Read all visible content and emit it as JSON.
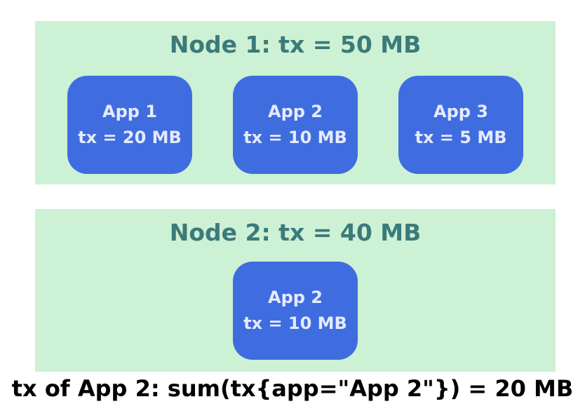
{
  "nodes": [
    {
      "title": "Node 1: tx = 50 MB",
      "apps": [
        {
          "name": "App 1",
          "tx": "tx = 20 MB"
        },
        {
          "name": "App 2",
          "tx": "tx = 10 MB"
        },
        {
          "name": "App 3",
          "tx": "tx = 5 MB"
        }
      ]
    },
    {
      "title": "Node 2: tx = 40 MB",
      "apps": [
        {
          "name": "App 2",
          "tx": "tx = 10 MB"
        }
      ]
    }
  ],
  "formula": "tx of App 2: sum(tx{app=\"App 2\"}) = 20 MB",
  "colors": {
    "node_background": "#cdf1d4",
    "node_title": "#3c7a7a",
    "app_box": "#3f6de0",
    "app_text": "#e6eafc",
    "formula_text": "#000000"
  }
}
